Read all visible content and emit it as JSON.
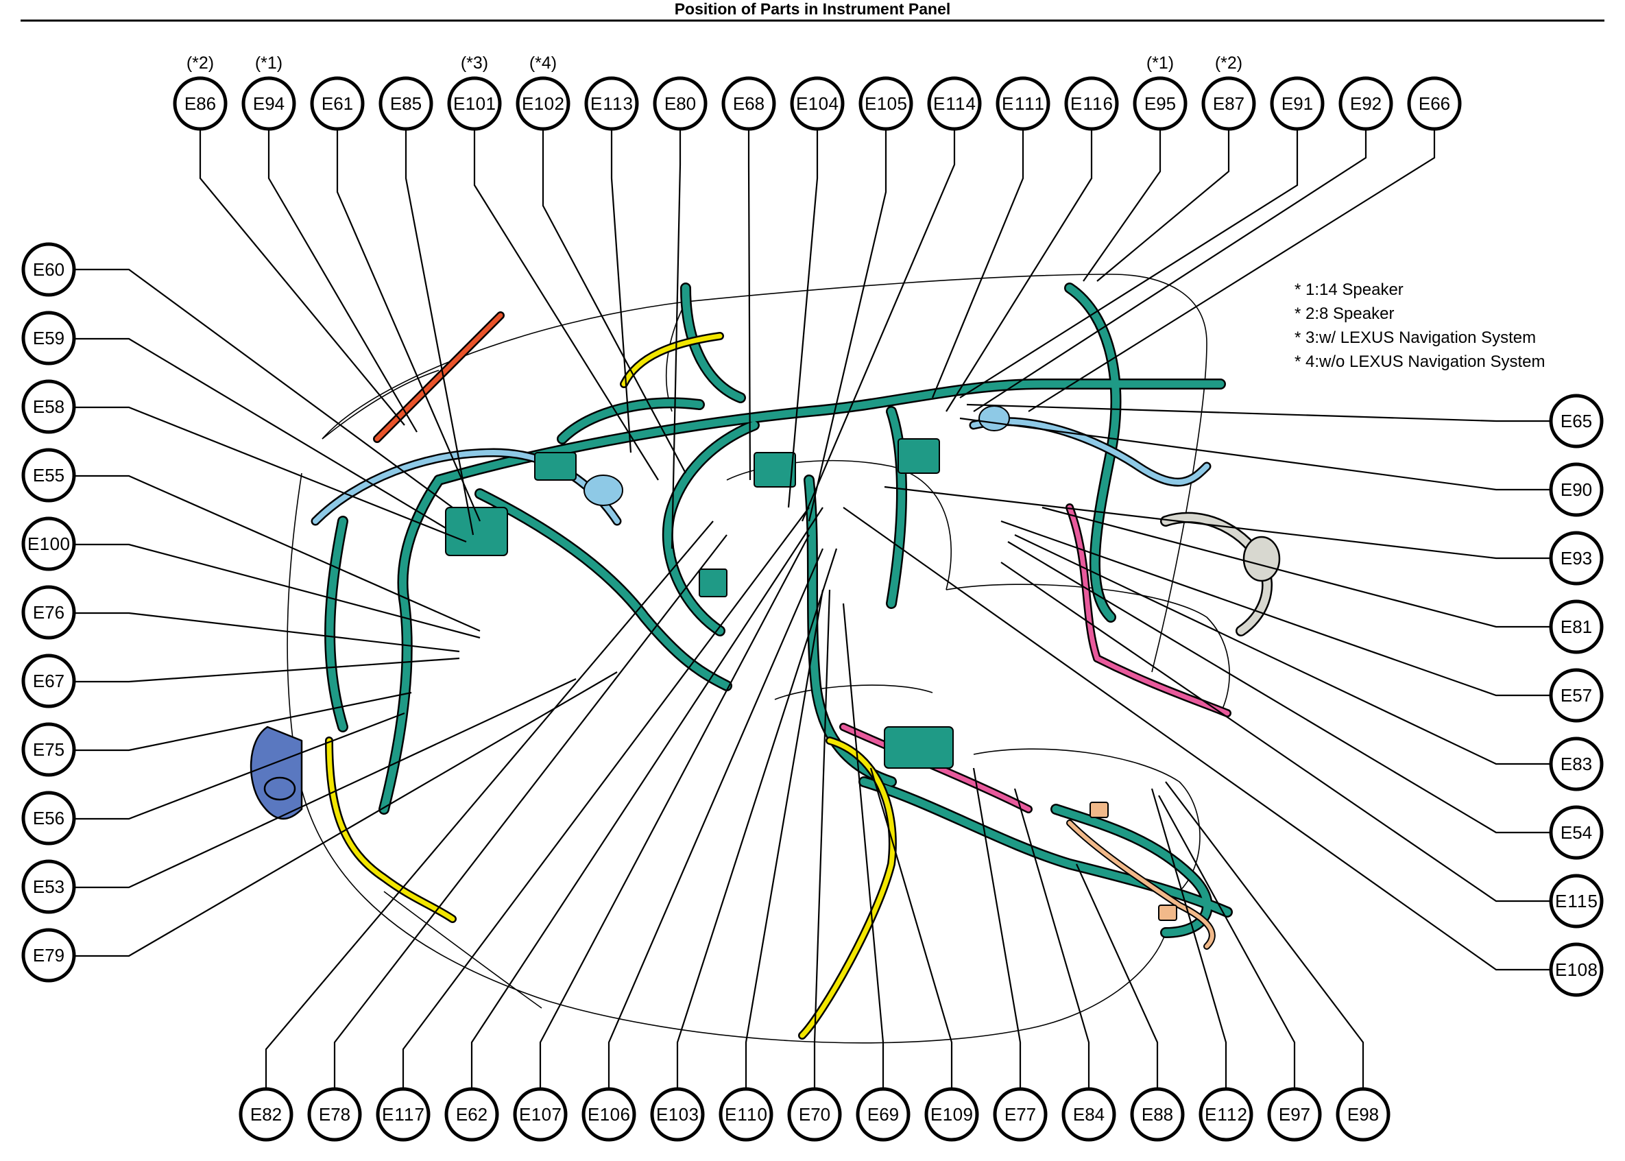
{
  "title": "Position of Parts in Instrument Panel",
  "legend": [
    "* 1:14 Speaker",
    "* 2:8 Speaker",
    "* 3:w/ LEXUS Navigation System",
    "* 4:w/o LEXUS Navigation System"
  ],
  "colors": {
    "harness_main": "#1f9a86",
    "harness_light_blue": "#8ec9e6",
    "harness_yellow": "#f2e600",
    "harness_pink": "#e85a9c",
    "harness_orange": "#e8532a",
    "harness_navy": "#5a78c0",
    "harness_gray": "#d8d8d0",
    "outline": "#000000"
  },
  "labels": {
    "top": [
      {
        "id": "E86",
        "note": "(*2)"
      },
      {
        "id": "E94",
        "note": "(*1)"
      },
      {
        "id": "E61",
        "note": ""
      },
      {
        "id": "E85",
        "note": ""
      },
      {
        "id": "E101",
        "note": "(*3)"
      },
      {
        "id": "E102",
        "note": "(*4)"
      },
      {
        "id": "E113",
        "note": ""
      },
      {
        "id": "E80",
        "note": ""
      },
      {
        "id": "E68",
        "note": ""
      },
      {
        "id": "E104",
        "note": ""
      },
      {
        "id": "E105",
        "note": ""
      },
      {
        "id": "E114",
        "note": ""
      },
      {
        "id": "E111",
        "note": ""
      },
      {
        "id": "E116",
        "note": ""
      },
      {
        "id": "E95",
        "note": "(*1)"
      },
      {
        "id": "E87",
        "note": "(*2)"
      },
      {
        "id": "E91",
        "note": ""
      },
      {
        "id": "E92",
        "note": ""
      },
      {
        "id": "E66",
        "note": ""
      }
    ],
    "left": [
      "E60",
      "E59",
      "E58",
      "E55",
      "E100",
      "E76",
      "E67",
      "E75",
      "E56",
      "E53",
      "E79"
    ],
    "right": [
      "E65",
      "E90",
      "E93",
      "E81",
      "E57",
      "E83",
      "E54",
      "E115",
      "E108"
    ],
    "bottom": [
      "E82",
      "E78",
      "E117",
      "E62",
      "E107",
      "E106",
      "E103",
      "E110",
      "E70",
      "E69",
      "E109",
      "E77",
      "E84",
      "E88",
      "E112",
      "E97",
      "E98"
    ]
  }
}
